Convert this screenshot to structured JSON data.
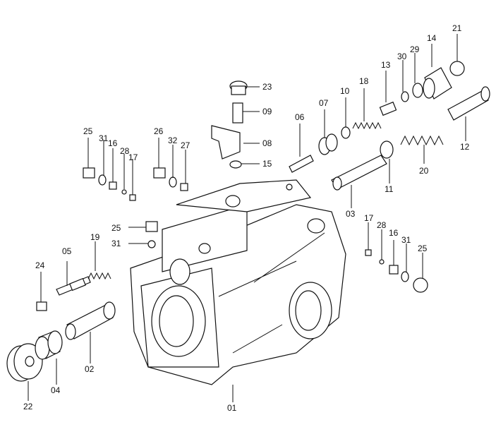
{
  "callouts": {
    "c01": "01",
    "c02": "02",
    "c03": "03",
    "c04": "04",
    "c05": "05",
    "c06": "06",
    "c07": "07",
    "c08": "08",
    "c09": "09",
    "c10": "10",
    "c11": "11",
    "c12": "12",
    "c13": "13",
    "c14": "14",
    "c15": "15",
    "c16a": "16",
    "c16b": "16",
    "c17a": "17",
    "c17b": "17",
    "c18": "18",
    "c19": "19",
    "c20": "20",
    "c21": "21",
    "c22": "22",
    "c23": "23",
    "c24": "24",
    "c25a": "25",
    "c25b": "25",
    "c25c": "25",
    "c26": "26",
    "c27": "27",
    "c28a": "28",
    "c28b": "28",
    "c29": "29",
    "c30": "30",
    "c31a": "31",
    "c31b": "31",
    "c31c": "31",
    "c32": "32"
  }
}
